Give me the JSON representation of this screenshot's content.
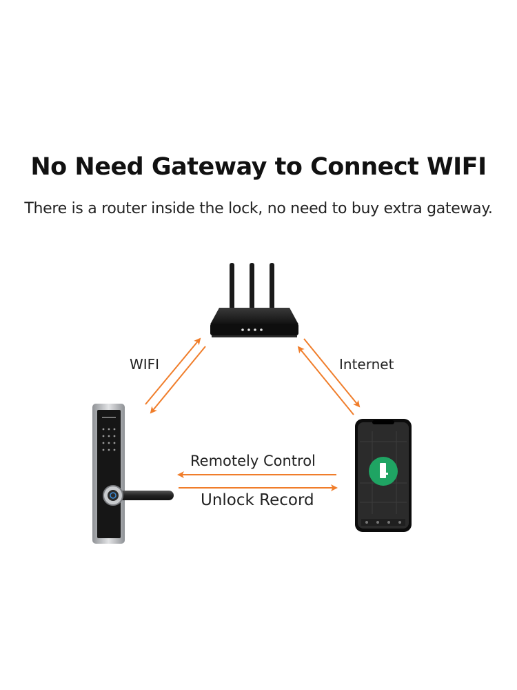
{
  "header": {
    "title": "No Need Gateway to Connect WIFI",
    "subtitle": "There is a router inside the lock, no need to buy extra gateway."
  },
  "labels": {
    "wifi": "WIFI",
    "internet": "Internet",
    "remote_control": "Remotely Control",
    "unlock_record": "Unlock Record"
  },
  "colors": {
    "arrow": "#f07d2a",
    "app_accent": "#1fa463",
    "device_dark": "#1c1c1c",
    "lock_silver": "#bfc1c4"
  },
  "icons": {
    "router": "router-icon",
    "lock": "smart-lock-icon",
    "phone": "smartphone-icon"
  }
}
